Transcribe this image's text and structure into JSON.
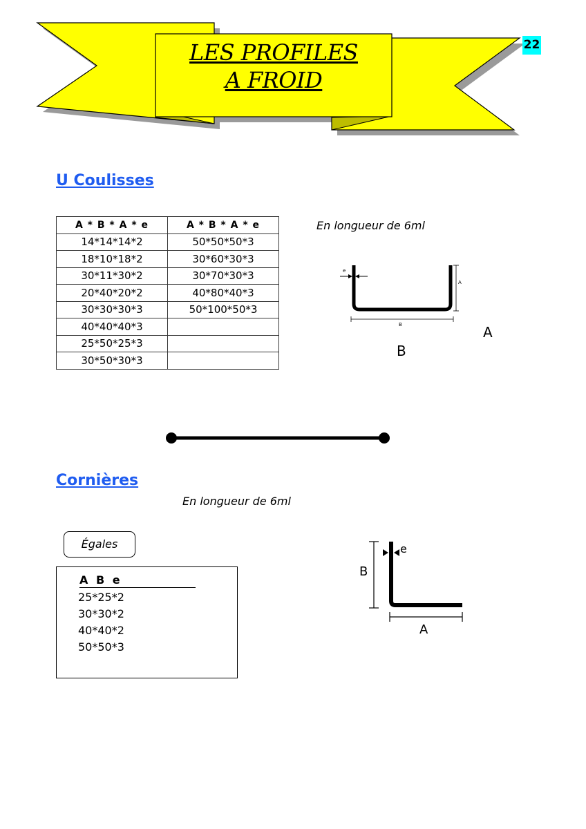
{
  "banner": {
    "title_line1": "LES PROFILES",
    "title_line2": "A FROID",
    "page_number": "22",
    "colors": {
      "ribbon": "#ffff00",
      "shadow": "#9a9a9a"
    }
  },
  "u_section": {
    "heading": "U Coulisses",
    "note": "En longueur de 6ml",
    "table": {
      "headers": [
        "A * B * A * e",
        "A * B * A * e"
      ],
      "rows": [
        [
          "14*14*14*2",
          "50*50*50*3"
        ],
        [
          "18*10*18*2",
          "30*60*30*3"
        ],
        [
          "30*11*30*2",
          "30*70*30*3"
        ],
        [
          "20*40*20*2",
          "40*80*40*3"
        ],
        [
          "30*30*30*3",
          "50*100*50*3"
        ],
        [
          "40*40*40*3",
          ""
        ],
        [
          "25*50*25*3",
          ""
        ],
        [
          "30*50*30*3",
          ""
        ]
      ]
    },
    "diagram": {
      "label_e": "e",
      "label_a_small": "A",
      "label_b_small": "B"
    },
    "label_a": "A",
    "label_b": "B"
  },
  "corner_section": {
    "heading": "Cornières",
    "note": "En longueur de 6ml",
    "tag": "Égales",
    "header": "A  B  e",
    "items": [
      "25*25*2",
      "30*30*2",
      "40*40*2",
      "50*50*3"
    ],
    "diagram": {
      "label_a": "A",
      "label_b": "B",
      "label_e": "e"
    }
  },
  "colors": {
    "heading": "#1f5cf0"
  }
}
